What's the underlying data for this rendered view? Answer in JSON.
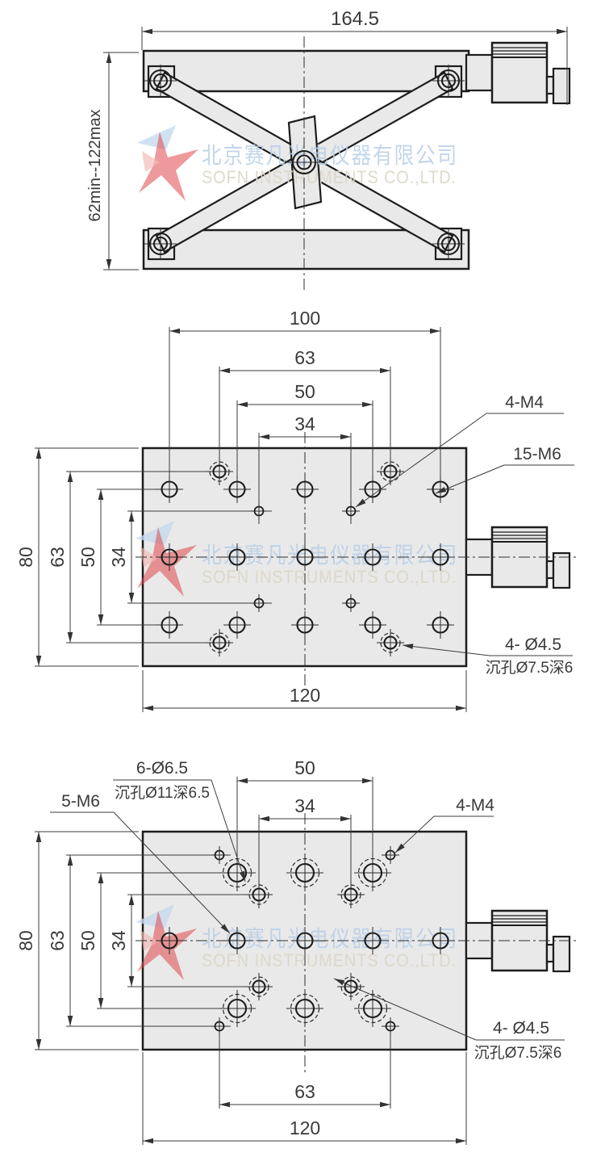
{
  "watermark": {
    "cn": "北京赛凡光电仪器有限公司",
    "en": "SOFN INSTRUMENTS CO.,LTD."
  },
  "colors": {
    "outline": "#1d1d1d",
    "part_fill": "#e9e9e9",
    "dim_line": "#3b3b3b",
    "dim_text": "#3a3a3a",
    "watermark_blue": "#b9cfe7",
    "watermark_beige": "#ddd8ca",
    "logo_red": "#e0474b",
    "logo_blue": "#c4d9ee"
  },
  "view1": {
    "width_dim": "164.5",
    "height_dim": "62min--122max"
  },
  "view2": {
    "top_dims": [
      "100",
      "63",
      "50",
      "34"
    ],
    "left_dims": [
      "80",
      "63",
      "50",
      "34"
    ],
    "bottom_dim": "120",
    "labels": {
      "m4": "4-M4",
      "m6": "15-M6",
      "cb_line1": "4- Ø4.5",
      "cb_line2": "沉孔Ø7.5深6"
    }
  },
  "view3": {
    "top_dims": [
      "50",
      "34"
    ],
    "left_dims": [
      "80",
      "63",
      "50",
      "34"
    ],
    "bottom_dims": [
      "63",
      "120"
    ],
    "labels": {
      "cb6_line1": "6-Ø6.5",
      "cb6_line2": "沉孔Ø11深6.5",
      "m6": "5-M6",
      "m4": "4-M4",
      "cb4_line1": "4- Ø4.5",
      "cb4_line2": "沉孔Ø7.5深6"
    }
  }
}
